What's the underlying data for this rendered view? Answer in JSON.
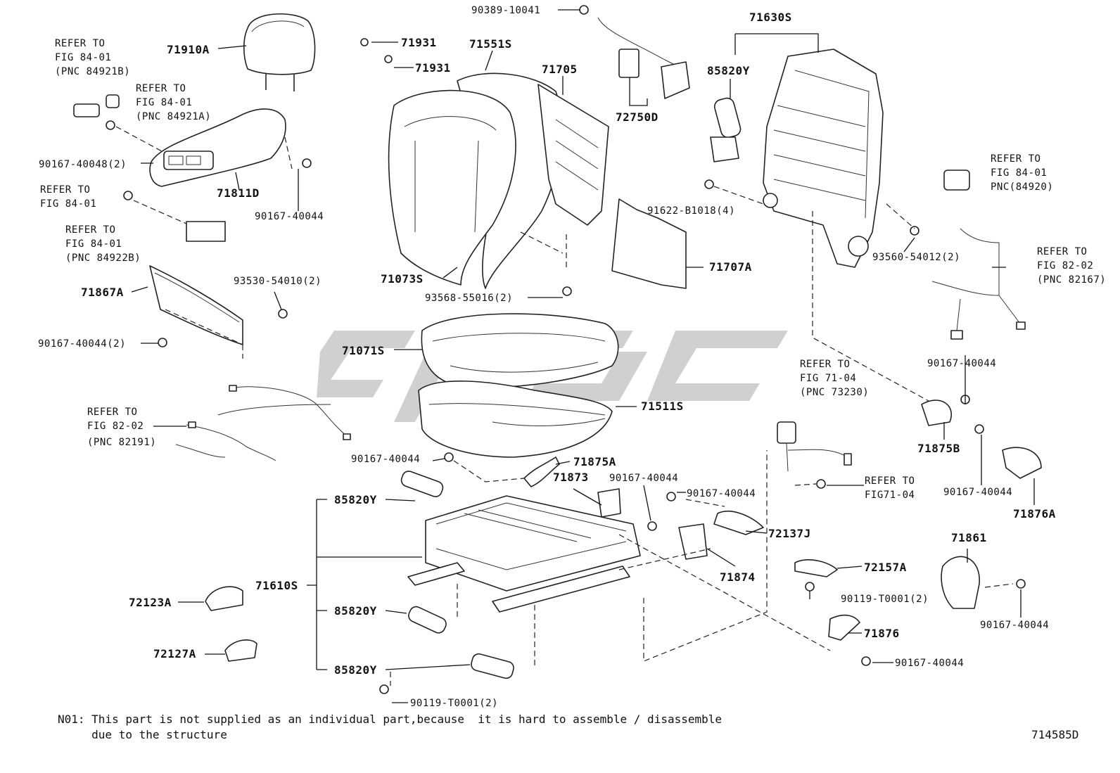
{
  "diagram": {
    "watermark": "CFC",
    "drawing_number": "714585D",
    "note_lines": [
      "N01: This part is not supplied as an individual part,because  it is hard to assemble / disassemble",
      "     due to the structure"
    ],
    "labels": {
      "l_90389_10041": "90389-10041",
      "l_71630S": "71630S",
      "l_71910A": "71910A",
      "l_refer_84_01_a1": "REFER TO",
      "l_refer_84_01_a2": "FIG 84-01",
      "l_refer_84_01_a3": "(PNC 84921B)",
      "l_refer_84_01_b1": "REFER TO",
      "l_refer_84_01_b2": "FIG 84-01",
      "l_refer_84_01_b3": "(PNC 84921A)",
      "l_71931a": "71931",
      "l_71931b": "71931",
      "l_71551S": "71551S",
      "l_71705": "71705",
      "l_85820Y_top": "85820Y",
      "l_72750D": "72750D",
      "l_90167_40048": "90167-40048(2)",
      "l_71811D": "71811D",
      "l_90167_40044_a": "90167-40044",
      "l_refer_84_01_c1": "REFER TO",
      "l_refer_84_01_c2": "FIG 84-01",
      "l_refer_84_01_d1": "REFER TO",
      "l_refer_84_01_d2": "FIG  84-01",
      "l_refer_84_01_d3": "(PNC 84922B)",
      "l_91622": "91622-B1018(4)",
      "l_refer_84_01_e1": "REFER TO",
      "l_refer_84_01_e2": "FIG 84-01",
      "l_refer_84_01_e3": "PNC(84920)",
      "l_71073S": "71073S",
      "l_71707A": "71707A",
      "l_93560": "93560-54012(2)",
      "l_refer_82_02_a1": "REFER TO",
      "l_refer_82_02_a2": "FIG 82-02",
      "l_refer_82_02_a3": "(PNC 82167)",
      "l_71867A": "71867A",
      "l_93530": "93530-54010(2)",
      "l_93568": "93568-55016(2)",
      "l_90167_40044_2": "90167-40044(2)",
      "l_71071S": "71071S",
      "l_90167_40044_b": "90167-40044",
      "l_refer_71_04_a1": "REFER TO",
      "l_refer_71_04_a2": "FIG 71-04",
      "l_refer_71_04_a3": "(PNC 73230)",
      "l_refer_82_02_b1": "REFER TO",
      "l_refer_82_02_b2": "FIG 82-02",
      "l_refer_82_02_b3": "(PNC 82191)",
      "l_71511S": "71511S",
      "l_71875B": "71875B",
      "l_90167_40044_c": "90167-40044",
      "l_71875A": "71875A",
      "l_71873": "71873",
      "l_90167_40044_d": "90167-40044",
      "l_refer_71_04_b1": "REFER TO",
      "l_refer_71_04_b2": "FIG71-04",
      "l_90167_40044_e": "90167-40044",
      "l_71876A": "71876A",
      "l_85820Y_a": "85820Y",
      "l_90167_40044_f": "90167-40044",
      "l_72137J": "72137J",
      "l_71861": "71861",
      "l_71610S": "71610S",
      "l_71874": "71874",
      "l_72157A": "72157A",
      "l_72123A": "72123A",
      "l_90119_a": "90119-T0001(2)",
      "l_90167_40044_g": "90167-40044",
      "l_85820Y_b": "85820Y",
      "l_71876": "71876",
      "l_72127A": "72127A",
      "l_90167_40044_h": "90167-40044",
      "l_85820Y_c": "85820Y",
      "l_90119_b": "90119-T0001(2)"
    }
  }
}
